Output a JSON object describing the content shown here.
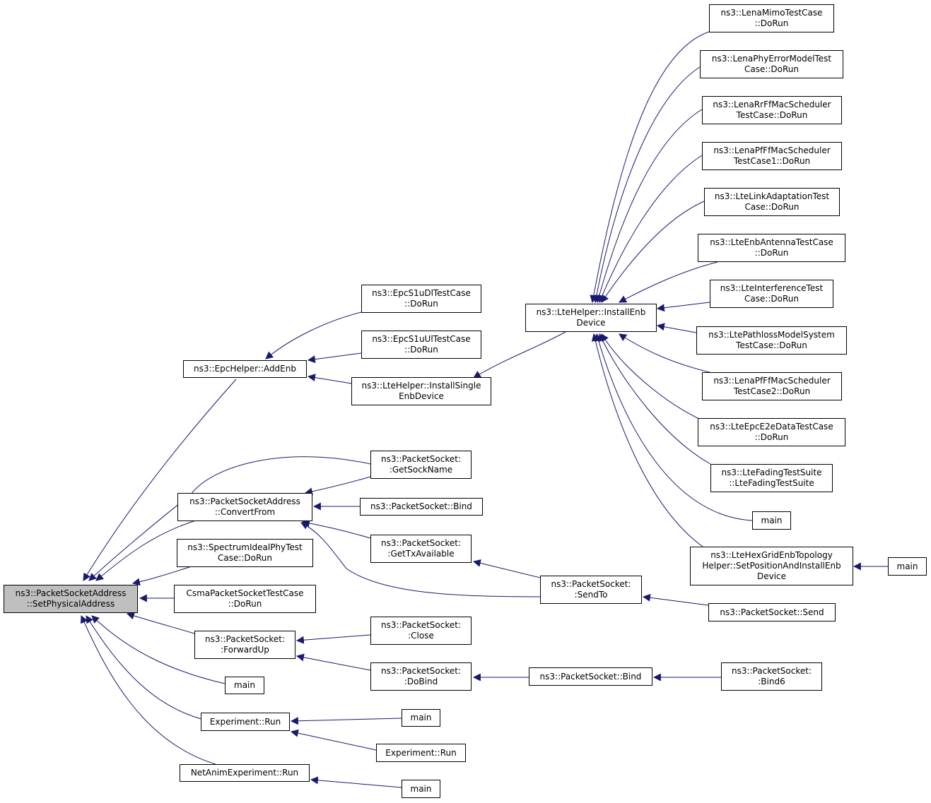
{
  "colors": {
    "edge": "#191970",
    "root_fill": "#bfbfbf",
    "node_fill": "#ffffff",
    "node_border": "#000000"
  },
  "nodes": {
    "root": {
      "lines": [
        "ns3::PacketSocketAddress",
        "::SetPhysicalAddress"
      ]
    },
    "epchelper_addenb": {
      "lines": [
        "ns3::EpcHelper::AddEnb"
      ]
    },
    "epcs1udl": {
      "lines": [
        "ns3::EpcS1uDlTestCase",
        "::DoRun"
      ]
    },
    "epcs1uul": {
      "lines": [
        "ns3::EpcS1uUlTestCase",
        "::DoRun"
      ]
    },
    "installsingle": {
      "lines": [
        "ns3::LteHelper::InstallSingle",
        "EnbDevice"
      ]
    },
    "installenb": {
      "lines": [
        "ns3::LteHelper::InstallEnb",
        "Device"
      ]
    },
    "lenamimo": {
      "lines": [
        "ns3::LenaMimoTestCase",
        "::DoRun"
      ]
    },
    "lenaphyerr": {
      "lines": [
        "ns3::LenaPhyErrorModelTest",
        "Case::DoRun"
      ]
    },
    "lenarrff": {
      "lines": [
        "ns3::LenaRrFfMacScheduler",
        "TestCase::DoRun"
      ]
    },
    "lenapfff1": {
      "lines": [
        "ns3::LenaPfFfMacScheduler",
        "TestCase1::DoRun"
      ]
    },
    "ltelinkadapt": {
      "lines": [
        "ns3::LteLinkAdaptationTest",
        "Case::DoRun"
      ]
    },
    "lteenbantenna": {
      "lines": [
        "ns3::LteEnbAntennaTestCase",
        "::DoRun"
      ]
    },
    "lteinterference": {
      "lines": [
        "ns3::LteInterferenceTest",
        "Case::DoRun"
      ]
    },
    "ltepathloss": {
      "lines": [
        "ns3::LtePathlossModelSystem",
        "TestCase::DoRun"
      ]
    },
    "lenapfff2": {
      "lines": [
        "ns3::LenaPfFfMacScheduler",
        "TestCase2::DoRun"
      ]
    },
    "lteepce2e": {
      "lines": [
        "ns3::LteEpcE2eDataTestCase",
        "::DoRun"
      ]
    },
    "ltefading": {
      "lines": [
        "ns3::LteFadingTestSuite",
        "::LteFadingTestSuite"
      ]
    },
    "main_lte": {
      "lines": [
        "main"
      ]
    },
    "ltehexgrid": {
      "lines": [
        "ns3::LteHexGridEnbTopology",
        "Helper::SetPositionAndInstallEnb",
        "Device"
      ]
    },
    "main_hex": {
      "lines": [
        "main"
      ]
    },
    "convertfrom": {
      "lines": [
        "ns3::PacketSocketAddress",
        "::ConvertFrom"
      ]
    },
    "getsockname": {
      "lines": [
        "ns3::PacketSocket:",
        ":GetSockName"
      ]
    },
    "bind_ps": {
      "lines": [
        "ns3::PacketSocket::Bind"
      ]
    },
    "gettxavail": {
      "lines": [
        "ns3::PacketSocket:",
        ":GetTxAvailable"
      ]
    },
    "sendto": {
      "lines": [
        "ns3::PacketSocket:",
        ":SendTo"
      ]
    },
    "send": {
      "lines": [
        "ns3::PacketSocket::Send"
      ]
    },
    "spectrumideal": {
      "lines": [
        "ns3::SpectrumIdealPhyTest",
        "Case::DoRun"
      ]
    },
    "csmapacket": {
      "lines": [
        "CsmaPacketSocketTestCase",
        "::DoRun"
      ]
    },
    "forwardup": {
      "lines": [
        "ns3::PacketSocket:",
        ":ForwardUp"
      ]
    },
    "close": {
      "lines": [
        "ns3::PacketSocket:",
        ":Close"
      ]
    },
    "dobind": {
      "lines": [
        "ns3::PacketSocket:",
        ":DoBind"
      ]
    },
    "bind_2": {
      "lines": [
        "ns3::PacketSocket::Bind"
      ]
    },
    "bind6": {
      "lines": [
        "ns3::PacketSocket:",
        ":Bind6"
      ]
    },
    "main_1": {
      "lines": [
        "main"
      ]
    },
    "exprun": {
      "lines": [
        "Experiment::Run"
      ]
    },
    "main_exp": {
      "lines": [
        "main"
      ]
    },
    "exprun2": {
      "lines": [
        "Experiment::Run"
      ]
    },
    "netanimrun": {
      "lines": [
        "NetAnimExperiment::Run"
      ]
    },
    "main_netanim": {
      "lines": [
        "main"
      ]
    }
  }
}
